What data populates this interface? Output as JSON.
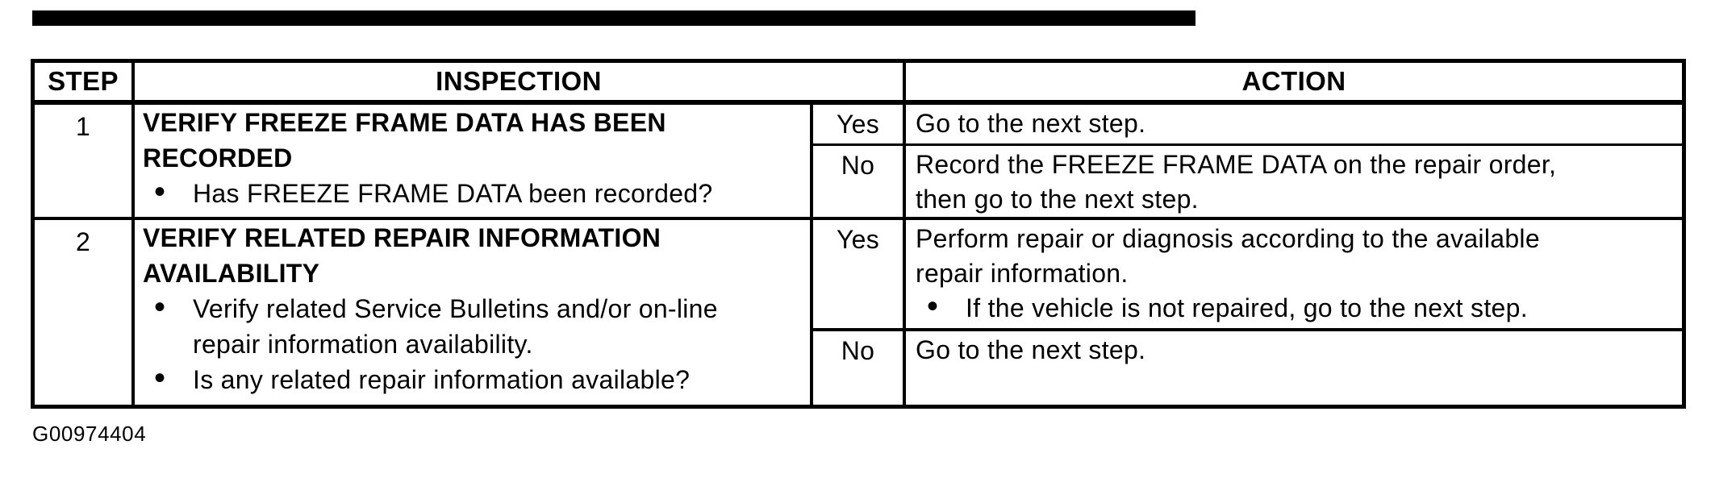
{
  "figure_id": "G00974404",
  "colors": {
    "ink": "#000000",
    "paper": "#ffffff"
  },
  "table": {
    "headers": {
      "step": "STEP",
      "inspection": "INSPECTION",
      "action": "ACTION"
    },
    "rows": [
      {
        "step": "1",
        "inspection_title": "VERIFY FREEZE FRAME DATA HAS BEEN\nRECORDED",
        "inspection_bullets": [
          "Has FREEZE FRAME DATA been recorded?"
        ],
        "branches": [
          {
            "answer": "Yes",
            "action_text": "Go to the next step.",
            "action_bullets": []
          },
          {
            "answer": "No",
            "action_text": "Record the FREEZE FRAME DATA on the repair order,\nthen go to the next step.",
            "action_bullets": []
          }
        ]
      },
      {
        "step": "2",
        "inspection_title": "VERIFY RELATED REPAIR INFORMATION\nAVAILABILITY",
        "inspection_bullets": [
          "Verify related Service Bulletins and/or on-line\nrepair information availability.",
          "Is any related repair information available?"
        ],
        "branches": [
          {
            "answer": "Yes",
            "action_text": "Perform repair or diagnosis according to the available\nrepair information.",
            "action_bullets": [
              "If the vehicle is not repaired, go to the next step."
            ]
          },
          {
            "answer": "No",
            "action_text": "Go to the next step.",
            "action_bullets": []
          }
        ]
      }
    ]
  }
}
